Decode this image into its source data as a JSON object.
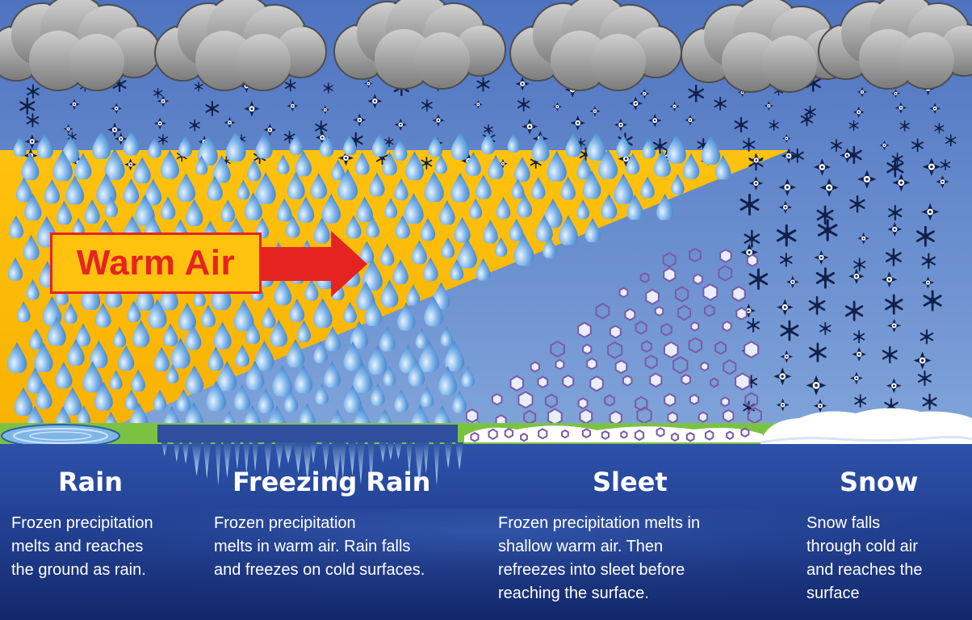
{
  "diagram": {
    "warm_air_label": "Warm Air",
    "colors": {
      "sky": "#5b86cc",
      "warm_air": "#ffc20e",
      "arrow": "#e52421",
      "ground": "#7cc242",
      "banner": "#2a4fa5",
      "sleet": "#7a5aa8",
      "cloud": "#a6a6a6"
    },
    "zones": [
      {
        "title": "Rain",
        "lines": [
          "Frozen precipitation",
          "melts and reaches",
          "the ground as rain."
        ]
      },
      {
        "title": "Freezing Rain",
        "lines": [
          "Frozen precipitation",
          "melts in warm air. Rain falls",
          "and freezes on cold surfaces."
        ]
      },
      {
        "title": "Sleet",
        "lines": [
          "Frozen precipitation melts in",
          "shallow warm air. Then",
          "refreezes into sleet before",
          "reaching the surface."
        ]
      },
      {
        "title": "Snow",
        "lines": [
          "Snow falls",
          "through cold air",
          "and reaches the",
          "surface"
        ]
      }
    ]
  }
}
